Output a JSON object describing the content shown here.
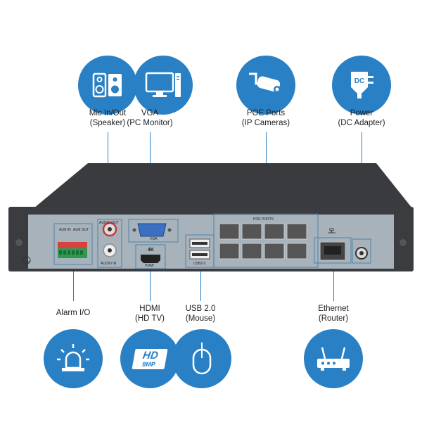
{
  "callouts": {
    "mic": {
      "line1": "Mic In/Out",
      "line2": "(Speaker)",
      "icon": "speaker-icon"
    },
    "vga": {
      "line1": "VGA",
      "line2": "(PC Monitor)",
      "icon": "monitor-icon"
    },
    "poe": {
      "line1": "POE Ports",
      "line2": "(IP Cameras)",
      "icon": "camera-icon"
    },
    "power": {
      "line1": "Power",
      "line2": "(DC Adapter)",
      "icon": "dc-adapter-icon",
      "badge": "DC"
    },
    "alarm": {
      "line1": "Alarm I/O",
      "line2": "",
      "icon": "alarm-light-icon"
    },
    "hdmi": {
      "line1": "HDMI",
      "line2": "(HD TV)",
      "icon": "hd-icon",
      "badge1": "HD",
      "badge2": "8MP"
    },
    "usb": {
      "line1": "USB 2.0",
      "line2": "(Mouse)",
      "icon": "mouse-icon"
    },
    "ethernet": {
      "line1": "Ethernet",
      "line2": "(Router)",
      "icon": "router-icon"
    }
  },
  "panel": {
    "audio_out": "AUDIO OUT",
    "audio_in": "AUDIO IN",
    "vga": "VGA",
    "hdmi": "HDMI",
    "hdmi_4k": "4K",
    "usb": "USB2.0",
    "poe_ports": "POE PORTS",
    "alm_in": "ALM IN",
    "alm_out": "ALM OUT"
  },
  "colors": {
    "accent": "#2a80c4",
    "chassis": "#3b3d40",
    "panel": "#a7b2bb"
  }
}
